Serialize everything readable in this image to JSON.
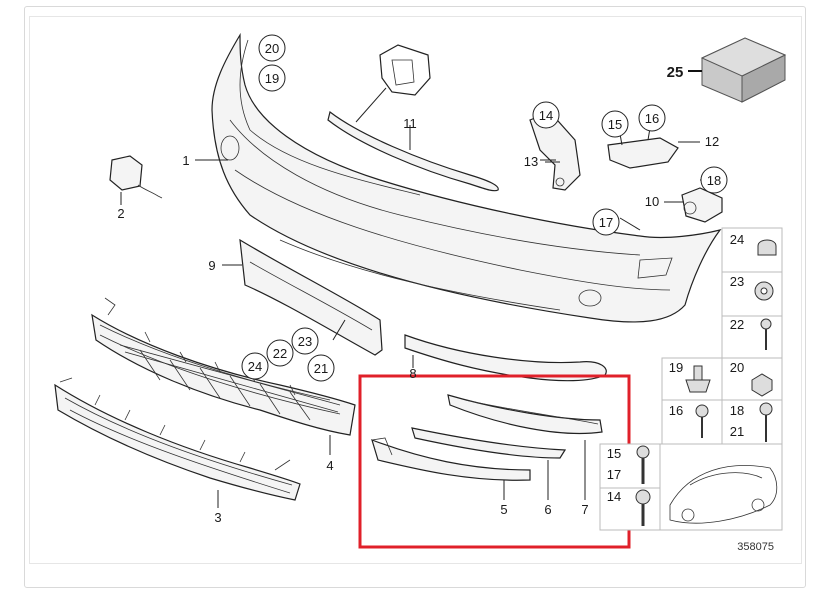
{
  "diagram": {
    "reference_number": "358075",
    "callouts": [
      {
        "id": "c1",
        "text": "1"
      },
      {
        "id": "c2",
        "text": "2"
      },
      {
        "id": "c3",
        "text": "3"
      },
      {
        "id": "c4",
        "text": "4"
      },
      {
        "id": "c5",
        "text": "5"
      },
      {
        "id": "c6",
        "text": "6"
      },
      {
        "id": "c7",
        "text": "7"
      },
      {
        "id": "c8",
        "text": "8"
      },
      {
        "id": "c9",
        "text": "9"
      },
      {
        "id": "c10",
        "text": "10"
      },
      {
        "id": "c11",
        "text": "11"
      },
      {
        "id": "c12",
        "text": "12"
      },
      {
        "id": "c13",
        "text": "13"
      },
      {
        "id": "c14",
        "text": "14"
      },
      {
        "id": "c15",
        "text": "15"
      },
      {
        "id": "c16",
        "text": "16"
      },
      {
        "id": "c17",
        "text": "17"
      },
      {
        "id": "c18",
        "text": "18"
      },
      {
        "id": "c19",
        "text": "19"
      },
      {
        "id": "c20",
        "text": "20"
      },
      {
        "id": "c21",
        "text": "21"
      },
      {
        "id": "c22",
        "text": "22"
      },
      {
        "id": "c23",
        "text": "23"
      },
      {
        "id": "c24",
        "text": "24"
      },
      {
        "id": "c25",
        "text": "25"
      }
    ],
    "grid_labels": {
      "g24": "24",
      "g23": "23",
      "g22": "22",
      "g19": "19",
      "g20": "20",
      "g16": "16",
      "g18": "18",
      "g21": "21",
      "g15": "15",
      "g17": "17",
      "g14": "14"
    },
    "highlight_color": "#e0202a"
  }
}
